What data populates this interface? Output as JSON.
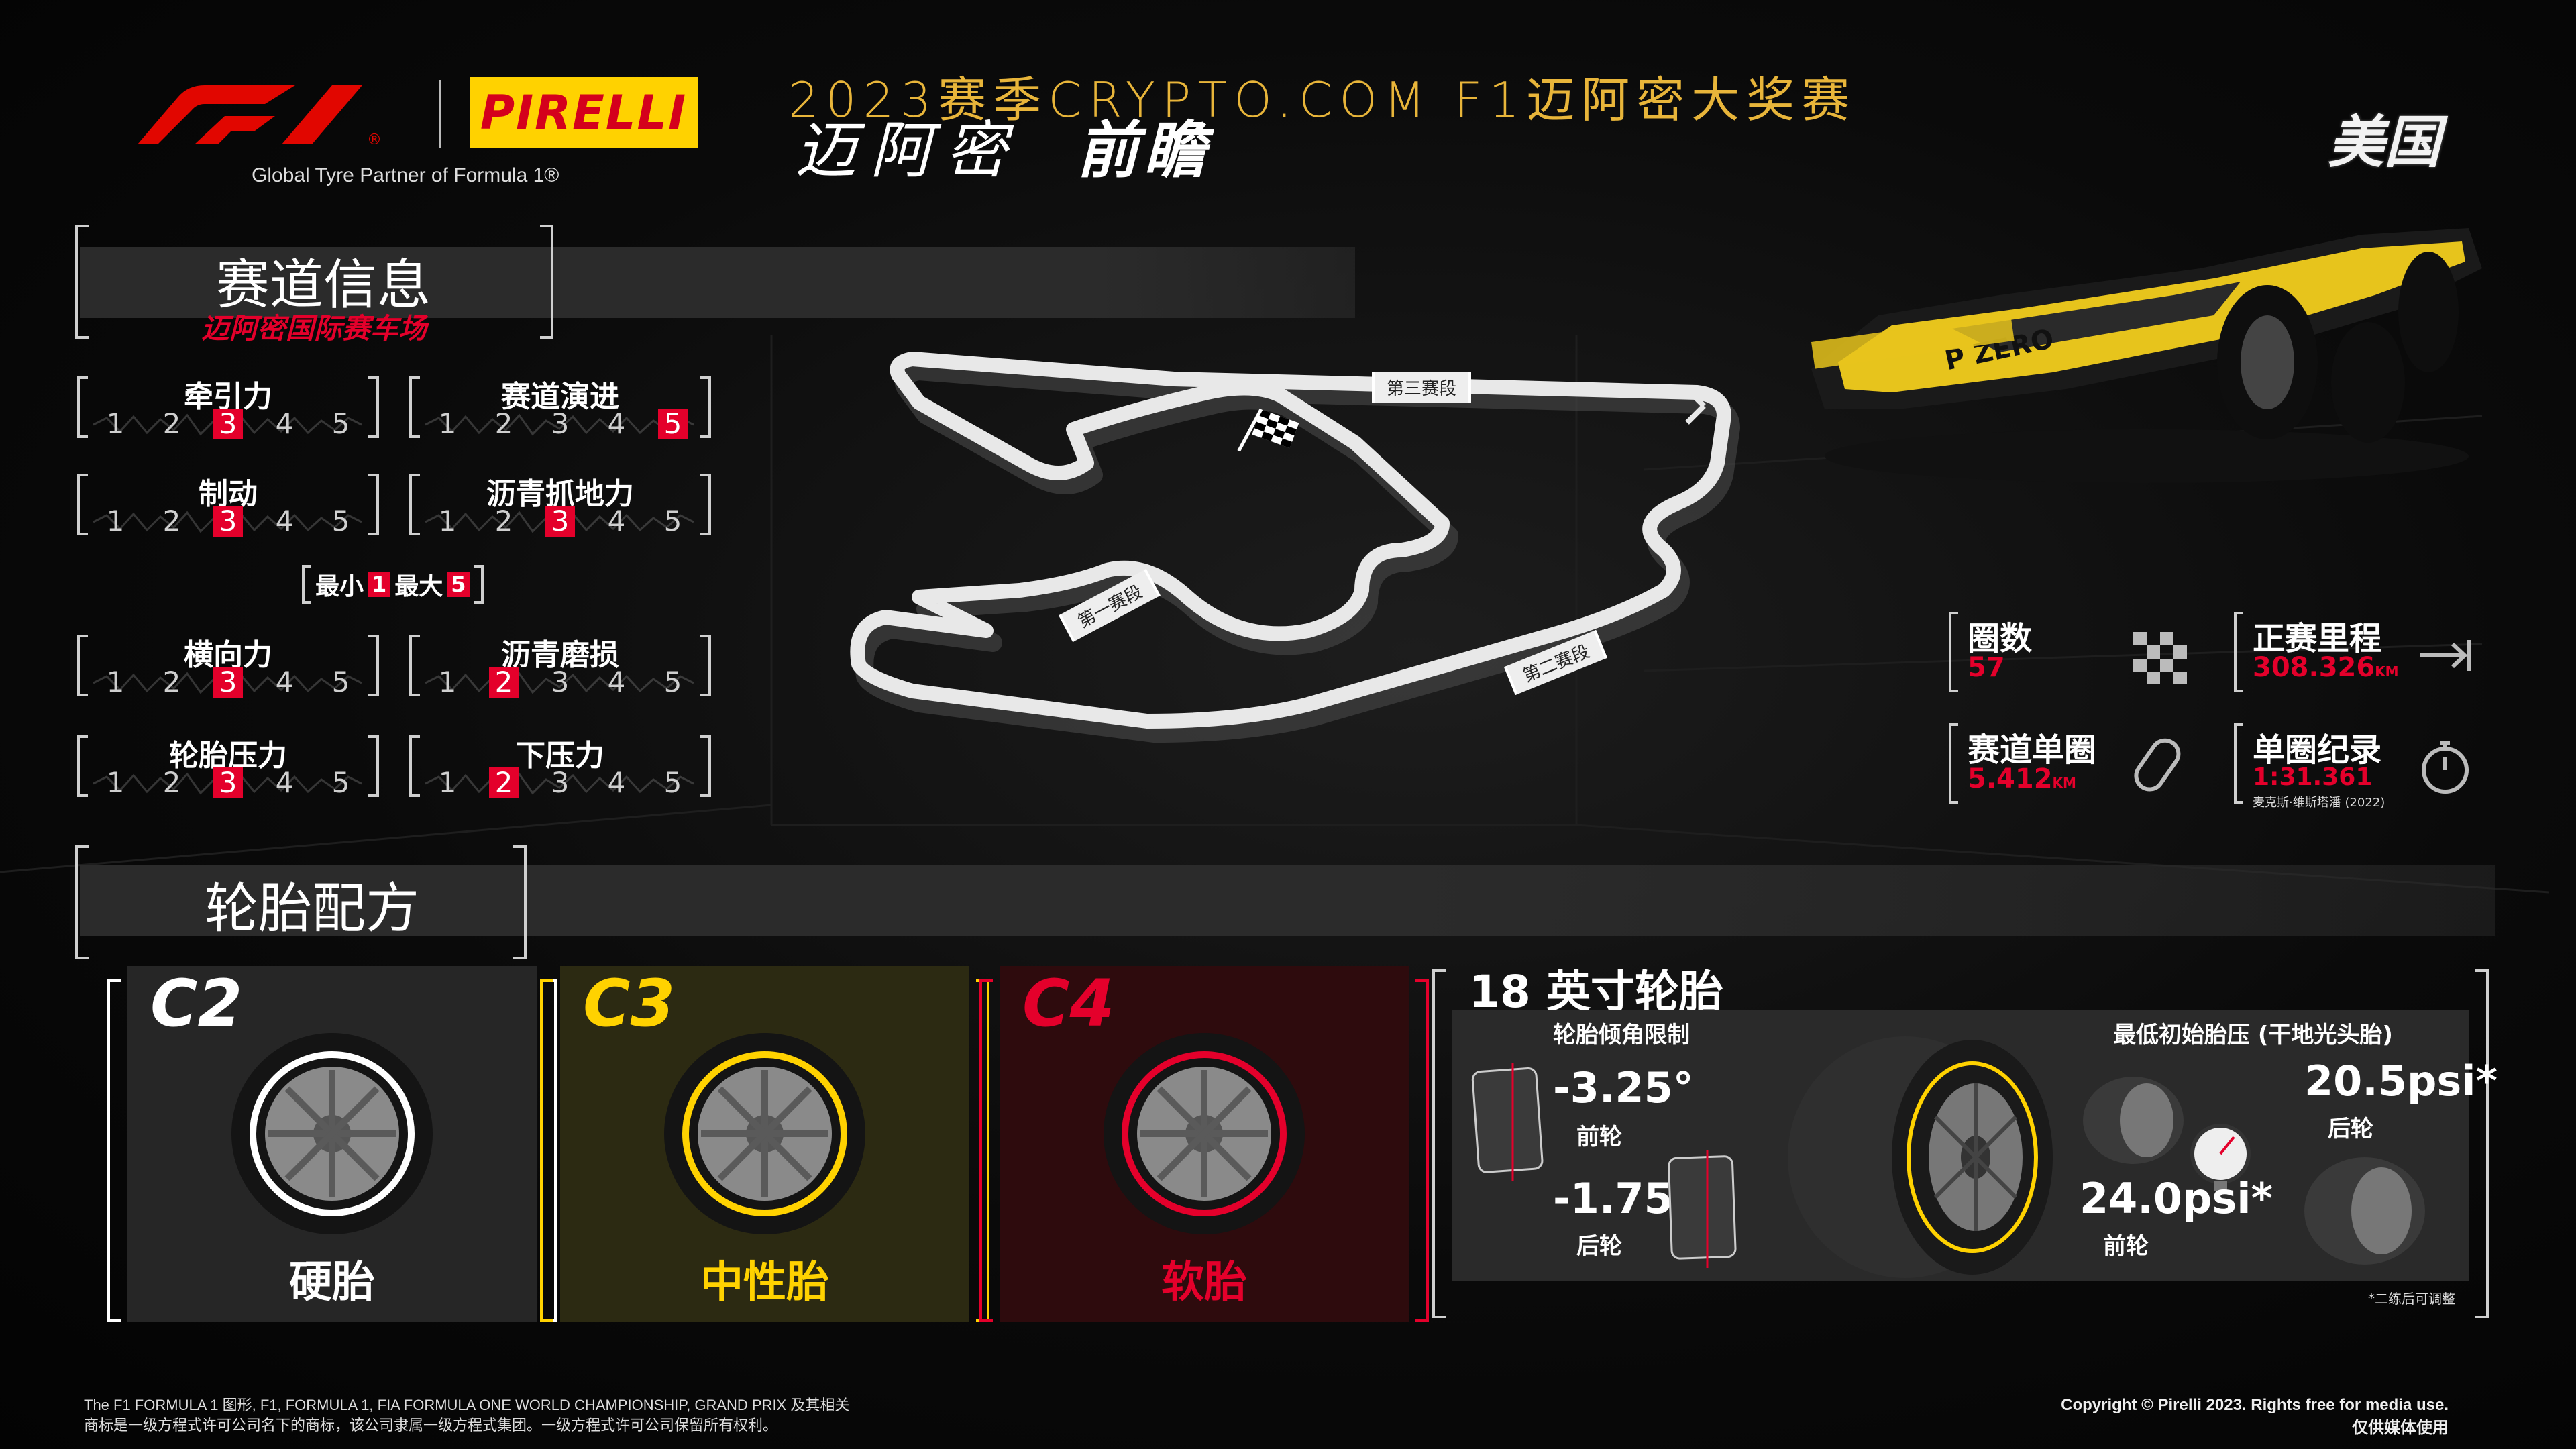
{
  "header": {
    "brand_f1": "F1",
    "brand_pirelli": "PIRELLI",
    "partner_line": "Global Tyre Partner of Formula 1®",
    "event_title": "2023赛季CRYPTO.COM F1迈阿密大奖赛",
    "preview_a": "迈阿密",
    "preview_b": "前瞻",
    "country": "美国"
  },
  "circuit": {
    "section_title": "赛道信息",
    "name": "迈阿密国际赛车场",
    "ratings": [
      {
        "label": "牵引力",
        "value": 3
      },
      {
        "label": "赛道演进",
        "value": 5
      },
      {
        "label": "制动",
        "value": 3
      },
      {
        "label": "沥青抓地力",
        "value": 3
      },
      {
        "label": "横向力",
        "value": 3
      },
      {
        "label": "沥青磨损",
        "value": 2
      },
      {
        "label": "轮胎压力",
        "value": 3
      },
      {
        "label": "下压力",
        "value": 2
      }
    ],
    "scale": [
      "1",
      "2",
      "3",
      "4",
      "5"
    ],
    "legend": {
      "min_label": "最小",
      "min_value": "1",
      "max_label": "最大",
      "max_value": "5"
    }
  },
  "track_map": {
    "sector1": "第一赛段",
    "sector2": "第二赛段",
    "sector3": "第三赛段"
  },
  "stats": {
    "laps": {
      "label": "圈数",
      "value": "57"
    },
    "distance": {
      "label": "正赛里程",
      "value": "308.326",
      "unit": "KM"
    },
    "length": {
      "label": "赛道单圈",
      "value": "5.412",
      "unit": "KM"
    },
    "record": {
      "label": "单圈纪录",
      "value": "1:31.361",
      "holder": "麦克斯·维斯塔潘 (2022)"
    }
  },
  "compounds": {
    "section_title": "轮胎配方",
    "items": [
      {
        "code": "C2",
        "name": "硬胎",
        "color": "#ffffff"
      },
      {
        "code": "C3",
        "name": "中性胎",
        "color": "#ffd200"
      },
      {
        "code": "C4",
        "name": "软胎",
        "color": "#e4002b"
      }
    ]
  },
  "tyre18": {
    "title": "18 英寸轮胎",
    "camber_title": "轮胎倾角限制",
    "pressure_title": "最低初始胎压 (干地光头胎)",
    "camber_front": "-3.25°",
    "camber_front_lbl": "前轮",
    "camber_rear": "-1.75°",
    "camber_rear_lbl": "后轮",
    "psi_rear": "20.5psi*",
    "psi_rear_lbl": "后轮",
    "psi_front": "24.0psi*",
    "psi_front_lbl": "前轮",
    "footnote": "*二练后可调整"
  },
  "footer": {
    "legal_1": "The F1 FORMULA 1 图形, F1, FORMULA 1, FIA FORMULA ONE WORLD CHAMPIONSHIP, GRAND PRIX 及其相关",
    "legal_2": "商标是一级方程式许可公司名下的商标，该公司隶属一级方程式集团。一级方程式许可公司保留所有权利。",
    "copyright": "Copyright © Pirelli 2023. Rights free for media use.",
    "media": "仅供媒体使用"
  },
  "colors": {
    "accent_red": "#e4002b",
    "pirelli_yellow": "#ffd200",
    "title_gold": "#e8b53a"
  }
}
